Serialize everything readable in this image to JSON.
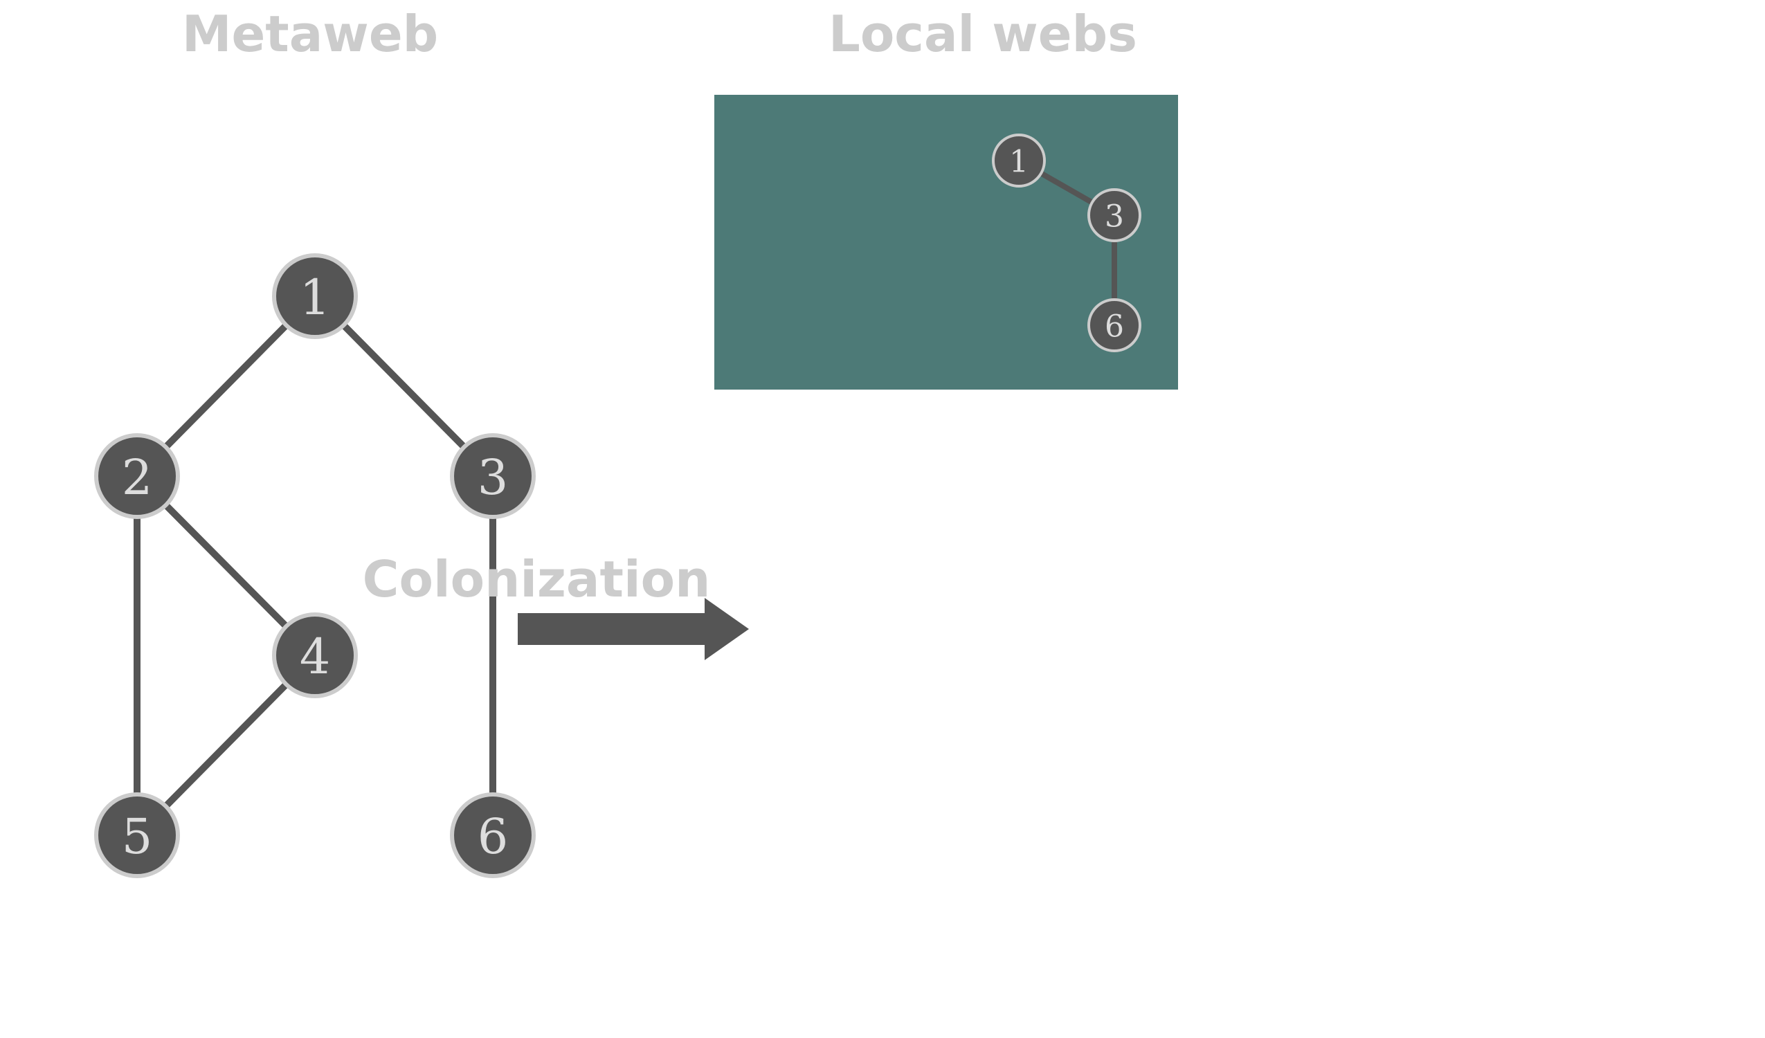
{
  "titles": {
    "metaweb": "Metaweb",
    "local_webs": "Local webs",
    "colonization": "Colonization"
  },
  "colors": {
    "node_fill": "#555555",
    "node_stroke": "#cccccc",
    "edge": "#555555",
    "title_text": "#cccccc",
    "local_web_background": "#4d7a77",
    "arrow": "#555555"
  },
  "metaweb": {
    "nodes": [
      {
        "id": "1",
        "label": "1"
      },
      {
        "id": "2",
        "label": "2"
      },
      {
        "id": "3",
        "label": "3"
      },
      {
        "id": "4",
        "label": "4"
      },
      {
        "id": "5",
        "label": "5"
      },
      {
        "id": "6",
        "label": "6"
      }
    ],
    "edges": [
      {
        "from": "1",
        "to": "2"
      },
      {
        "from": "1",
        "to": "3"
      },
      {
        "from": "2",
        "to": "4"
      },
      {
        "from": "2",
        "to": "5"
      },
      {
        "from": "4",
        "to": "5"
      },
      {
        "from": "3",
        "to": "6"
      }
    ]
  },
  "local_web": {
    "nodes": [
      {
        "id": "1",
        "label": "1"
      },
      {
        "id": "3",
        "label": "3"
      },
      {
        "id": "6",
        "label": "6"
      }
    ],
    "edges": [
      {
        "from": "1",
        "to": "3"
      },
      {
        "from": "3",
        "to": "6"
      }
    ]
  }
}
